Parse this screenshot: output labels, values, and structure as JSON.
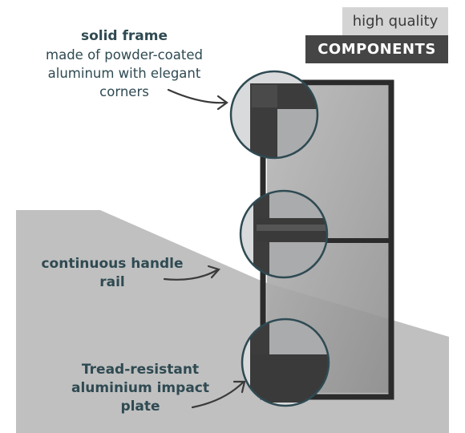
{
  "badge": {
    "line1": "high quality",
    "line2": "COMPONENTS"
  },
  "callouts": [
    {
      "title": "solid frame",
      "description": "made of powder-coated aluminum with elegant corners"
    },
    {
      "title": "continuous handle rail"
    },
    {
      "title": "Tread-resistant aluminium impact plate"
    }
  ],
  "colors": {
    "frame": "#2b2b2b",
    "text": "#2f4a52",
    "floor": "#c0c0c0",
    "mesh": "#9a9a9a",
    "badge_light": "#d4d4d4",
    "badge_dark": "#454545"
  }
}
